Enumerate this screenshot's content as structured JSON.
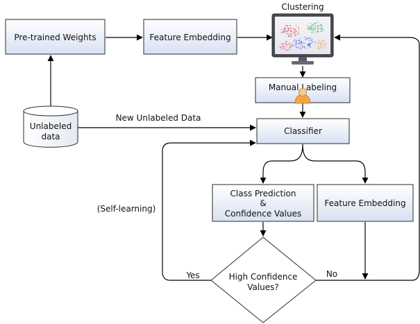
{
  "colors": {
    "box_fill_top": "#ffffff",
    "box_fill_bottom": "#d8e1f2",
    "edge": "#000000",
    "text": "#111111"
  },
  "nodes": {
    "pretrained": {
      "label": "Pre-trained Weights"
    },
    "feature_embedding_top": {
      "label": "Feature Embedding"
    },
    "clustering": {
      "label": "Clustering",
      "icon": "monitor-scatter-icon"
    },
    "manual_labeling": {
      "label": "Manual Labeling",
      "icon": "person-icon"
    },
    "unlabeled": {
      "label_line1": "Unlabeled",
      "label_line2": "data",
      "icon": "database-cylinder"
    },
    "classifier": {
      "label": "Classifier"
    },
    "class_prediction": {
      "line1": "Class Prediction",
      "line2": "&",
      "line3": "Confidence Values"
    },
    "feature_embedding_bottom": {
      "label": "Feature Embedding"
    },
    "decision": {
      "line1": "High Confidence",
      "line2": "Values?"
    }
  },
  "edge_labels": {
    "new_data": "New Unlabeled Data",
    "self_learning": "(Self-learning)",
    "yes": "Yes",
    "no": "No"
  }
}
